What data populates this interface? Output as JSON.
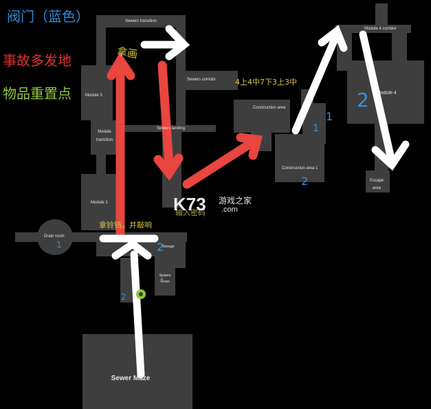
{
  "legend": {
    "valve": "阀门（蓝色）",
    "accident": "事故多发地",
    "reset": "物品重置点",
    "colors": {
      "valve": "#2e8ad6",
      "accident": "#e03030",
      "reset": "#8fc73e"
    }
  },
  "rooms": {
    "sewers_transition": "Sewers transition",
    "module_4_corridor": "Module 4 corridor",
    "sewers_corridor": "Sewers corridor",
    "module_3": "Module 3",
    "module_transition": "Module\ntransition",
    "sewers_landing": "Sewers landing",
    "construction_area": "Construction area",
    "construction_area_1": "Construction area 1",
    "module_4": "Module 4",
    "escape_area": "Escape\narea",
    "module_1": "Module 1",
    "drain_room": "Drain room",
    "storage": "Storage",
    "sewers_room": "Sewers\nRoom",
    "sewer_maze": "Sewer Maze"
  },
  "valve_numbers": [
    "2",
    "1",
    "1",
    "2",
    "2",
    "1",
    "2",
    "1"
  ],
  "notes": {
    "painting": "拿画",
    "code": "4上4中7下3上3中",
    "bell": "拿铃铛，并敲响",
    "password": "输入密码"
  },
  "watermark": {
    "brand": "K73",
    "cn": "游戏之家",
    "domain": ".com"
  },
  "arrow_colors": {
    "red": "#e8463f",
    "white": "#ffffff"
  }
}
